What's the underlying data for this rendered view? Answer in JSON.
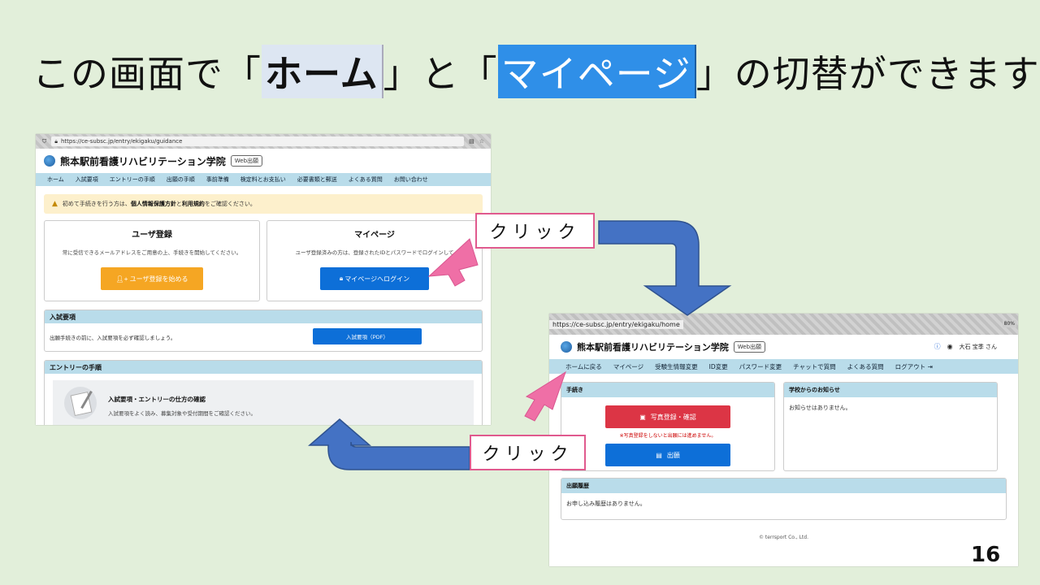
{
  "slide": {
    "title_pre": "この画面で「",
    "title_home": "ホーム",
    "title_mid": "」と「",
    "title_mypage": "マイページ",
    "title_post": "」の切替ができます",
    "callout_top": "クリック",
    "callout_bottom": "クリック",
    "page_number": "16"
  },
  "shot1": {
    "url": "https://ce-subsc.jp/entry/ekigaku/guidance",
    "school_name": "熊本駅前看護リハビリテーション学院",
    "badge": "Web出願",
    "nav": [
      "ホーム",
      "入試要項",
      "エントリーの手順",
      "出願の手順",
      "事前準備",
      "検定料とお支払い",
      "必要書類と郵送",
      "よくある質問",
      "お問い合わせ"
    ],
    "notice_pre": "初めて手続きを行う方は、",
    "notice_link1": "個人情報保護方針",
    "notice_and": "と",
    "notice_link2": "利用規約",
    "notice_post": "をご確認ください。",
    "register": {
      "title": "ユーザ登録",
      "text": "常に受信できるメールアドレスをご用意の上、手続きを開始してください。",
      "button": "ユーザ登録を始める"
    },
    "mypage": {
      "title": "マイページ",
      "text": "ユーザ登録済みの方は、登録されたIDとパスワードでログインして",
      "button": "マイページへログイン"
    },
    "requirements": {
      "title": "入試要項",
      "text": "出願手続きの前に、入試要項を必ず確認しましょう。",
      "button": "入試要項（PDF）"
    },
    "entry": {
      "title": "エントリーの手順",
      "item_title": "入試要項・エントリーの仕方の確認",
      "item_text": "入試要項をよく読み、募集対象や受付期間をご確認ください。"
    }
  },
  "shot2": {
    "url": "https://ce-subsc.jp/entry/ekigaku/home",
    "zoom": "80%",
    "school_name": "熊本駅前看護リハビリテーション学院",
    "badge": "Web出願",
    "user_name": "大石 宝季 さん",
    "nav": [
      "ホームに戻る",
      "マイページ",
      "受験生情報変更",
      "ID変更",
      "パスワード変更",
      "チャットで質問",
      "よくある質問",
      "ログアウト"
    ],
    "procedure": {
      "title": "手続き",
      "photo_button": "写真登録・確認",
      "note": "※写真登録をしないと出願には進めません。",
      "apply_button": "出願"
    },
    "news": {
      "title": "学校からのお知らせ",
      "text": "お知らせはありません。"
    },
    "history": {
      "title": "出願履歴",
      "text": "お申し込み履歴はありません。"
    },
    "footer": "© terrsport Co., Ltd."
  },
  "colors": {
    "background": "#e2efda",
    "nav_blue": "#b9dcea",
    "button_blue": "#0d6fd8",
    "button_orange": "#f5a623",
    "button_red": "#dc3545",
    "arrow_blue": "#4472c4",
    "pointer_pink": "#ef6fa6"
  }
}
